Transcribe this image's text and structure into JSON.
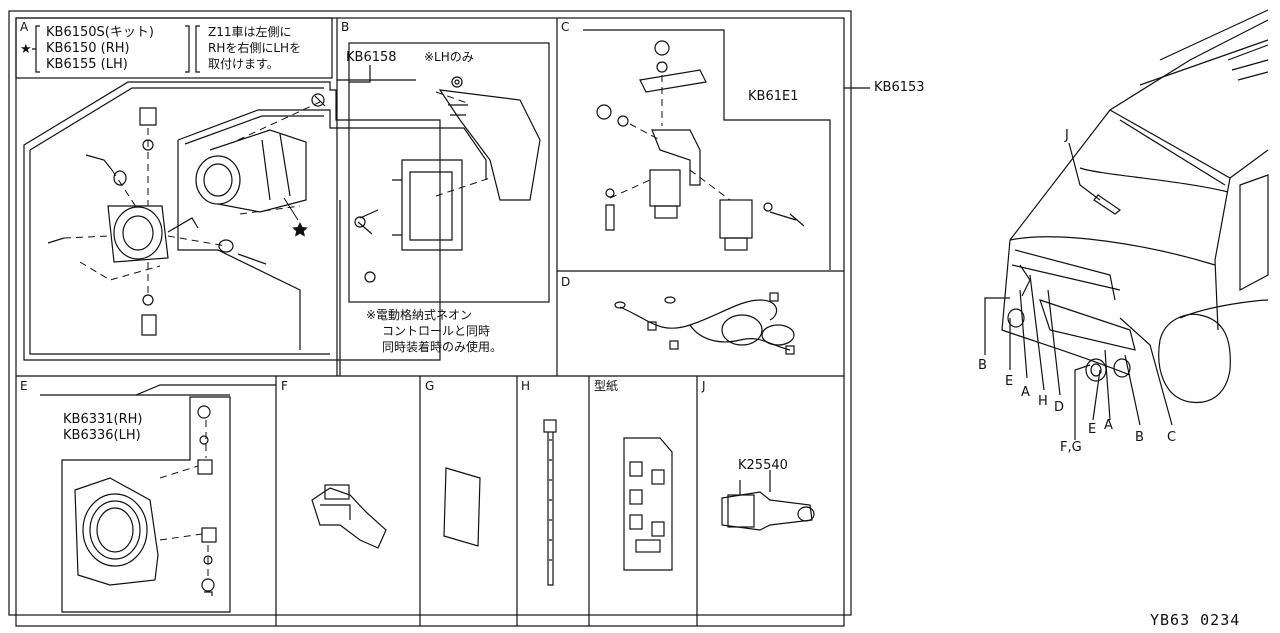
{
  "sections": [
    "A",
    "B",
    "C",
    "D",
    "E",
    "F",
    "G",
    "H",
    "型紙",
    "J"
  ],
  "kits": {
    "A_set": "KB6150S(キット)",
    "A_rh": "KB6150 (RH)",
    "A_lh": "KB6155 (LH)",
    "A_star": "★",
    "B": "KB6158",
    "C": "KB61E1",
    "E_rh": "KB6331(RH)",
    "E_lh": "KB6336(LH)",
    "J": "K25540",
    "overall": "KB6153"
  },
  "notes": {
    "z11": [
      "Z11車は左側に",
      "RHを右側にLHを",
      "取付けます。"
    ],
    "lh_only": "※LHのみ",
    "neon": [
      "※電動格納式ネオン",
      "コントロールと同時",
      "同時装着時のみ使用。"
    ]
  },
  "car_callouts": [
    "J",
    "B",
    "E",
    "A",
    "H",
    "D",
    "E",
    "A",
    "B",
    "C",
    "F,G"
  ],
  "figure_code": "YB63 0234"
}
